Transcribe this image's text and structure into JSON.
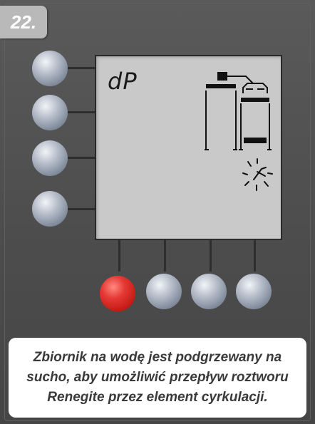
{
  "step": {
    "number": "22."
  },
  "display": {
    "code": "dP",
    "icons": [
      "water-tank-icon",
      "circulation-element-icon"
    ]
  },
  "buttons": {
    "side": [
      "side-button-1",
      "side-button-2",
      "side-button-3",
      "side-button-4"
    ],
    "bottom": [
      "red",
      "grey",
      "grey",
      "grey"
    ]
  },
  "caption": {
    "text": "Zbiornik na wodę jest podgrzewany na sucho, aby umożliwić przepływ roztworu Renegite przez element cyrkulacji."
  },
  "colors": {
    "panel": "#4d4d4d",
    "lcd": "#c9c9c9",
    "badge": "#b9b9b9",
    "red_button": "#d32f2f",
    "grey_button": "#9aa3b0"
  }
}
